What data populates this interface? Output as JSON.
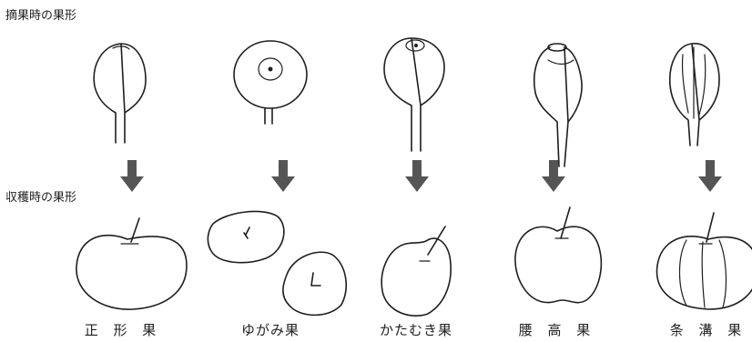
{
  "labels": {
    "thinning_stage": "摘果時の果形",
    "harvest_stage": "収穫時の果形"
  },
  "shapes": [
    {
      "id": "normal",
      "name": "正 形 果"
    },
    {
      "id": "distorted",
      "name": "ゆがみ果"
    },
    {
      "id": "lopsided",
      "name": "かたむき果"
    },
    {
      "id": "tall",
      "name": "腰 高 果"
    },
    {
      "id": "ribbed",
      "name": "条 溝 果"
    }
  ],
  "colors": {
    "ink": "#1e1e1e",
    "arrow": "#555555"
  }
}
